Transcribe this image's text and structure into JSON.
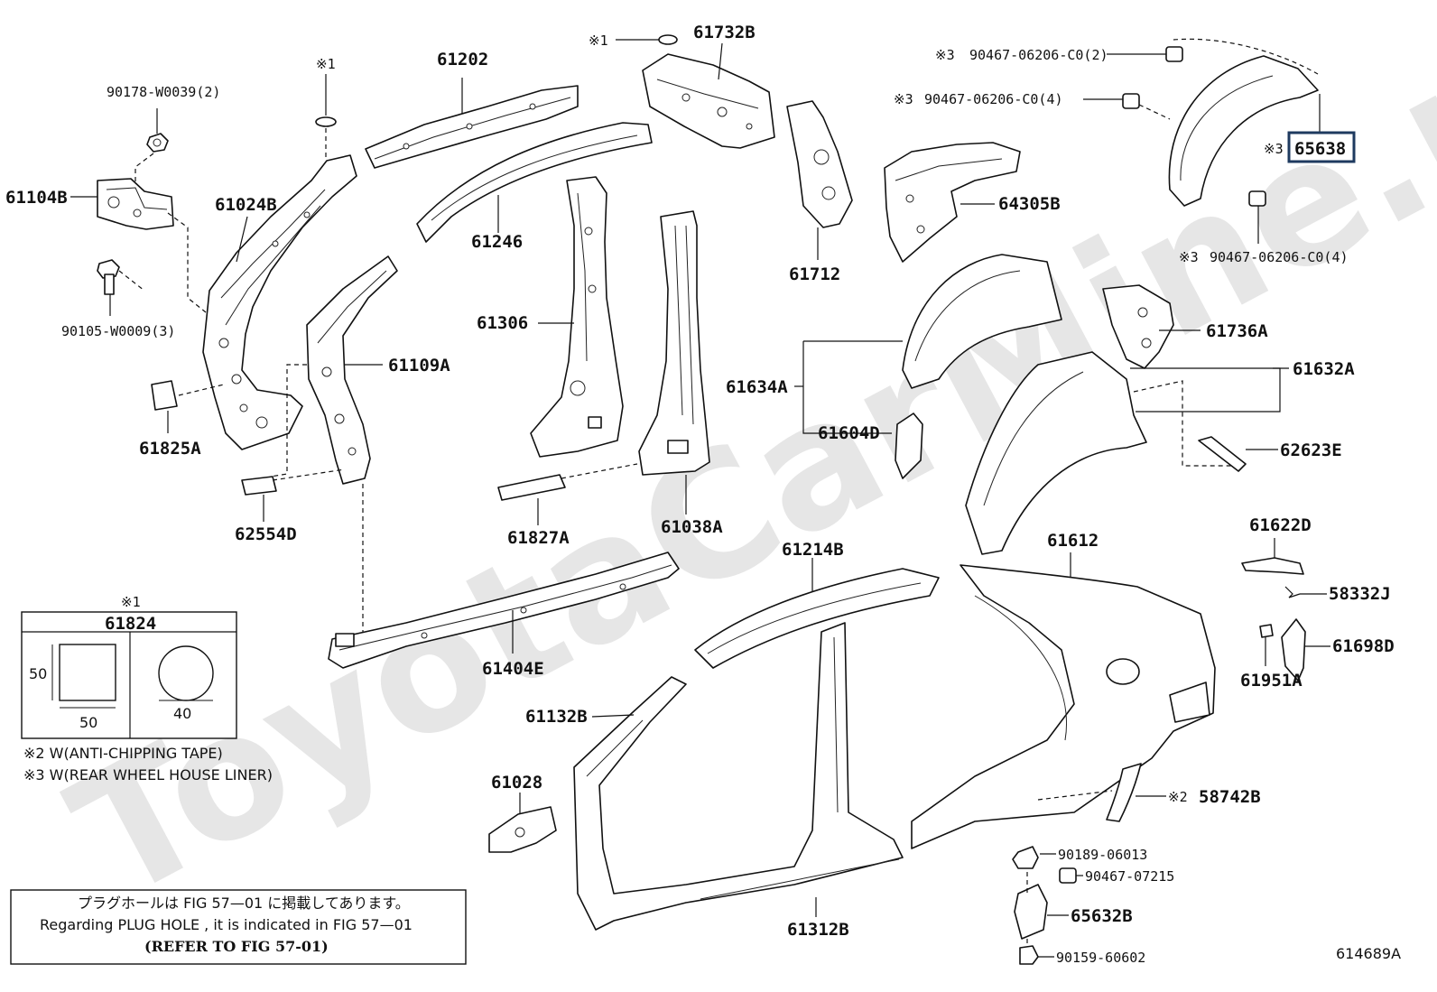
{
  "watermark": "ToyotaCarMine.ru",
  "figure_code": "614689A",
  "colors": {
    "line": "#111111",
    "highlight": "#1e3a5f",
    "watermark": "#e6e6e6"
  },
  "labels": {
    "p90178": "90178-W0039(2)",
    "p61104B": "61104B",
    "p90105": "90105-W0009(3)",
    "p61024B": "61024B",
    "p61825A": "61825A",
    "n1a": "※1",
    "p61202": "61202",
    "p61109A": "61109A",
    "p62554D": "62554D",
    "n1b": "※1",
    "p61732B": "61732B",
    "p61246": "61246",
    "p61306": "61306",
    "p61827A": "61827A",
    "p61038A": "61038A",
    "p61712": "61712",
    "p61404E": "61404E",
    "p64305B": "64305B",
    "n3a": "※3",
    "p90467a": "90467-06206-C0(2)",
    "n3b": "※3",
    "p90467b": "90467-06206-C0(4)",
    "n3c": "※3",
    "p65638": "65638",
    "n3d": "※3",
    "p90467c": "90467-06206-C0(4)",
    "p61736A": "61736A",
    "p61632A": "61632A",
    "p61634A": "61634A",
    "p61604D": "61604D",
    "p62623E": "62623E",
    "p61622D": "61622D",
    "p58332J": "58332J",
    "p61698D": "61698D",
    "p61951A": "61951A",
    "p61214B": "61214B",
    "p61612": "61612",
    "p61132B": "61132B",
    "p61028": "61028",
    "p61312B": "61312B",
    "n2": "※2",
    "p58742B": "58742B",
    "p90189": "90189-06013",
    "p90467d": "90467-07215",
    "p65632B": "65632B",
    "p90159": "90159-60602"
  },
  "plug_table": {
    "ref": "※1",
    "part": "61824",
    "square_side": "50",
    "square_bottom": "50",
    "circle_dia": "40"
  },
  "legend": [
    "※2 W(ANTI-CHIPPING TAPE)",
    "※3 W(REAR WHEEL HOUSE LINER)"
  ],
  "note_box": {
    "line1": "プラグホールは FIG 57—01 に掲載してあります。",
    "line2": "Regarding  PLUG  HOLE , it is indicated in FIG  57—01",
    "line3": "(REFER TO FIG 57-01)"
  }
}
